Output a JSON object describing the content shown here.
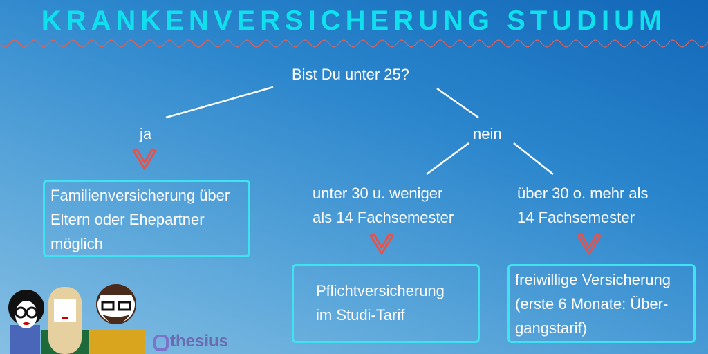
{
  "title": "KRANKENVERSICHERUNG STUDIUM",
  "question": "Bist Du unter 25?",
  "yes": "ja",
  "no": "nein",
  "yes_result": [
    "Familienversicherung über",
    "Eltern oder Ehepartner",
    "möglich"
  ],
  "cond_a": [
    "unter 30 u. weniger",
    "als 14 Fachsemester"
  ],
  "cond_b": [
    "über 30 o. mehr als",
    "14 Fachsemester"
  ],
  "result_a": [
    "Pflichtversicherung",
    "im Studi-Tarif"
  ],
  "result_b": [
    "freiwillige Versicherung",
    "(erste 6 Monate: Über-",
    "gangstarif)"
  ],
  "brand": "thesius",
  "colors": {
    "title": "#10e0ee",
    "box_border": "#3fe3ef",
    "chevron": "#e8524a",
    "wave": "#e0605a"
  }
}
